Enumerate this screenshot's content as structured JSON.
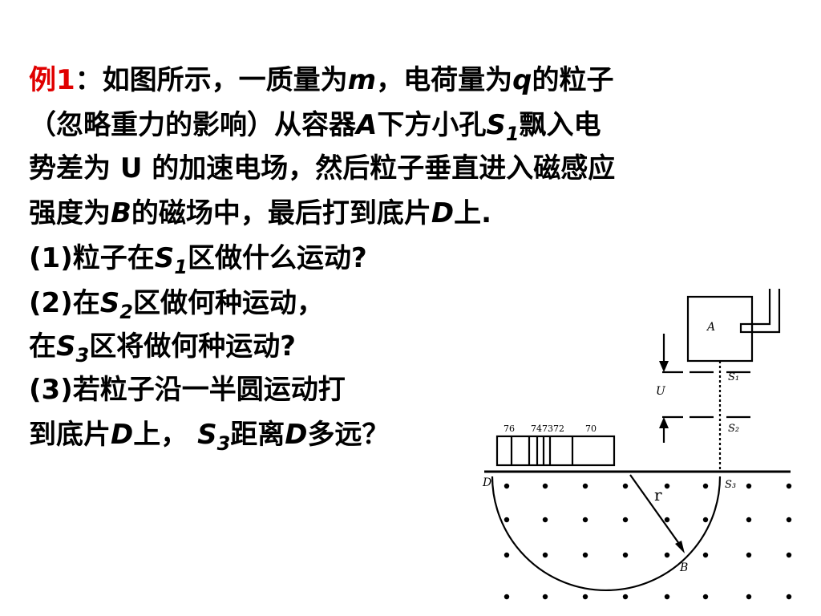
{
  "problem": {
    "label": "例1",
    "lines": [
      [
        "：如图所示，一质量为",
        "m",
        "，电荷量为",
        "q",
        "的粒子"
      ],
      [
        "（忽略重力的影响）从容器",
        "A",
        "下方小孔",
        "S",
        "1",
        "飘入电"
      ],
      [
        "势差为 ",
        "U",
        " 的加速电场，然后粒子垂直进入磁感应"
      ],
      [
        "强度为",
        "B",
        "的磁场中，最后打到底片",
        "D",
        "上."
      ]
    ],
    "q1": [
      "(1)粒子在",
      "S",
      "1",
      "区做什么运动?"
    ],
    "q2a": [
      "(2)在",
      "S",
      "2",
      "区做何种运动，"
    ],
    "q2b": [
      "在",
      "S",
      "3",
      "区将做何种运动?"
    ],
    "q3a": [
      "(3)若粒子沿一半圆运动打"
    ],
    "q3b": [
      "到底片",
      "D",
      "上，  ",
      "S",
      "3",
      "距离",
      "D",
      "多远？"
    ]
  },
  "figure": {
    "container_label": "A",
    "voltage_label": "U",
    "slit_labels": [
      "S₁",
      "S₂",
      "S₃"
    ],
    "film_label": "D",
    "point_label": "B",
    "radius_label": "r",
    "scale_labels": [
      "76",
      "747372",
      "70"
    ]
  },
  "colors": {
    "accent": "#e00000",
    "text": "#000000"
  }
}
